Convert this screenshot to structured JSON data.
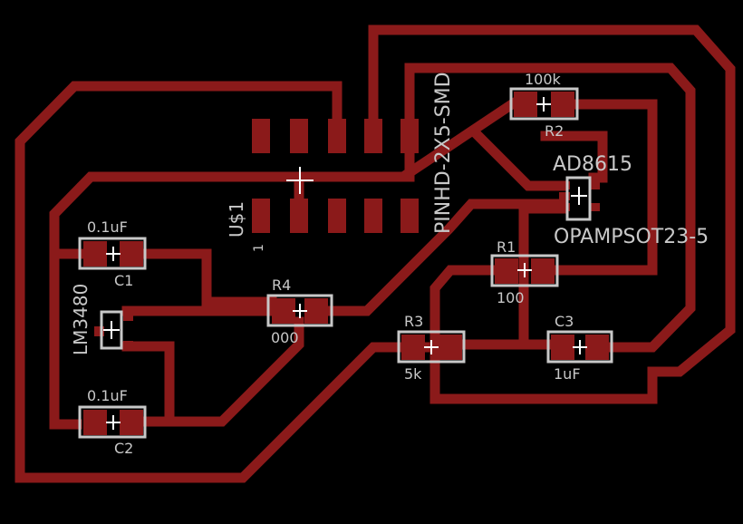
{
  "colors": {
    "background": "#000000",
    "copper": "#8b1a1a",
    "silkscreen": "#c8c8c8",
    "marker": "#ffffff"
  },
  "components": {
    "header": {
      "name": "U$1",
      "value": "PINHD-2X5-SMD",
      "pin1": "1"
    },
    "opamp": {
      "name": "AD8615",
      "value": "OPAMPSOT23-5"
    },
    "regulator": {
      "name": "LM3480"
    },
    "c1": {
      "name": "C1",
      "value": "0.1uF"
    },
    "c2": {
      "name": "C2",
      "value": "0.1uF"
    },
    "c3": {
      "name": "C3",
      "value": "1uF"
    },
    "r1": {
      "name": "R1",
      "value": "100"
    },
    "r2": {
      "name": "R2",
      "value": "100k"
    },
    "r3": {
      "name": "R3",
      "value": "5k"
    },
    "r4": {
      "name": "R4",
      "value": "000"
    }
  }
}
